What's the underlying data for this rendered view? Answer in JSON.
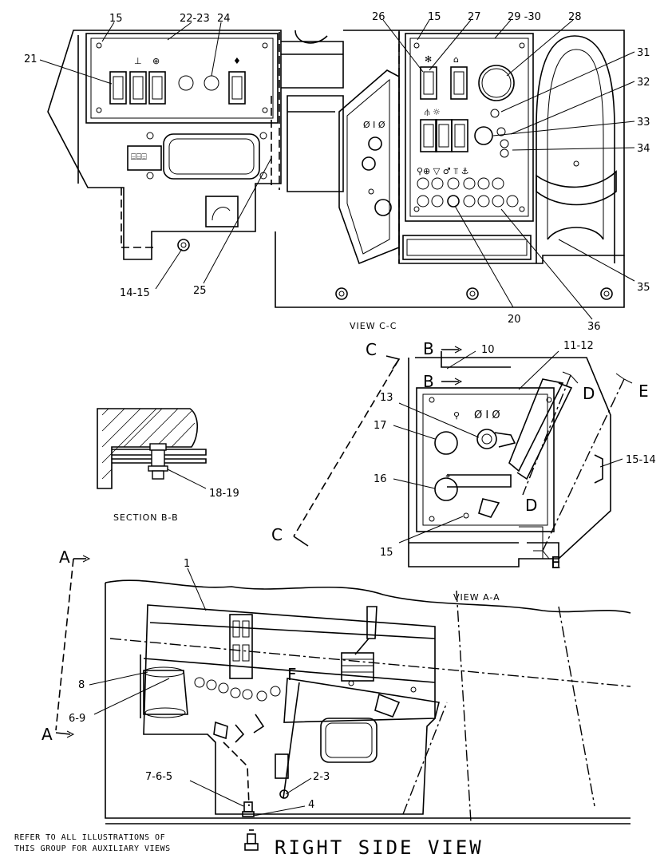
{
  "views": {
    "view_cc": "VIEW C-C",
    "view_aa": "VIEW A-A",
    "section_bb": "SECTION B-B",
    "right_side": "RIGHT SIDE VIEW"
  },
  "note": {
    "line1": "REFER TO ALL ILLUSTRATIONS OF",
    "line2": "THIS GROUP FOR AUXILIARY VIEWS"
  },
  "callouts": {
    "c15a": "15",
    "c22_23": "22-23",
    "c24": "24",
    "c21": "21",
    "c26": "26",
    "c15b": "15",
    "c27": "27",
    "c29_30": "29 -30",
    "c28": "28",
    "c31": "31",
    "c32": "32",
    "c33": "33",
    "c34": "34",
    "c35": "35",
    "c36": "36",
    "c20": "20",
    "c25": "25",
    "c14_15a": "14-15",
    "c10": "10",
    "c11_12": "11-12",
    "c13": "13",
    "c17": "17",
    "c16": "16",
    "c15c": "15",
    "c15_14": "15-14",
    "c18_19": "18-19",
    "c1": "1",
    "c8": "8",
    "c6_9": "6-9",
    "c7_6_5": "7-6-5",
    "c2_3": "2-3",
    "c4": "4"
  },
  "section_letters": {
    "a_top": "A",
    "a_bot": "A",
    "b_top": "B",
    "b_mid": "B",
    "c_top": "C",
    "c_bot": "C",
    "d_top": "D",
    "d_bot": "D",
    "e_top": "E",
    "e_bot": "E",
    "f": "F"
  }
}
